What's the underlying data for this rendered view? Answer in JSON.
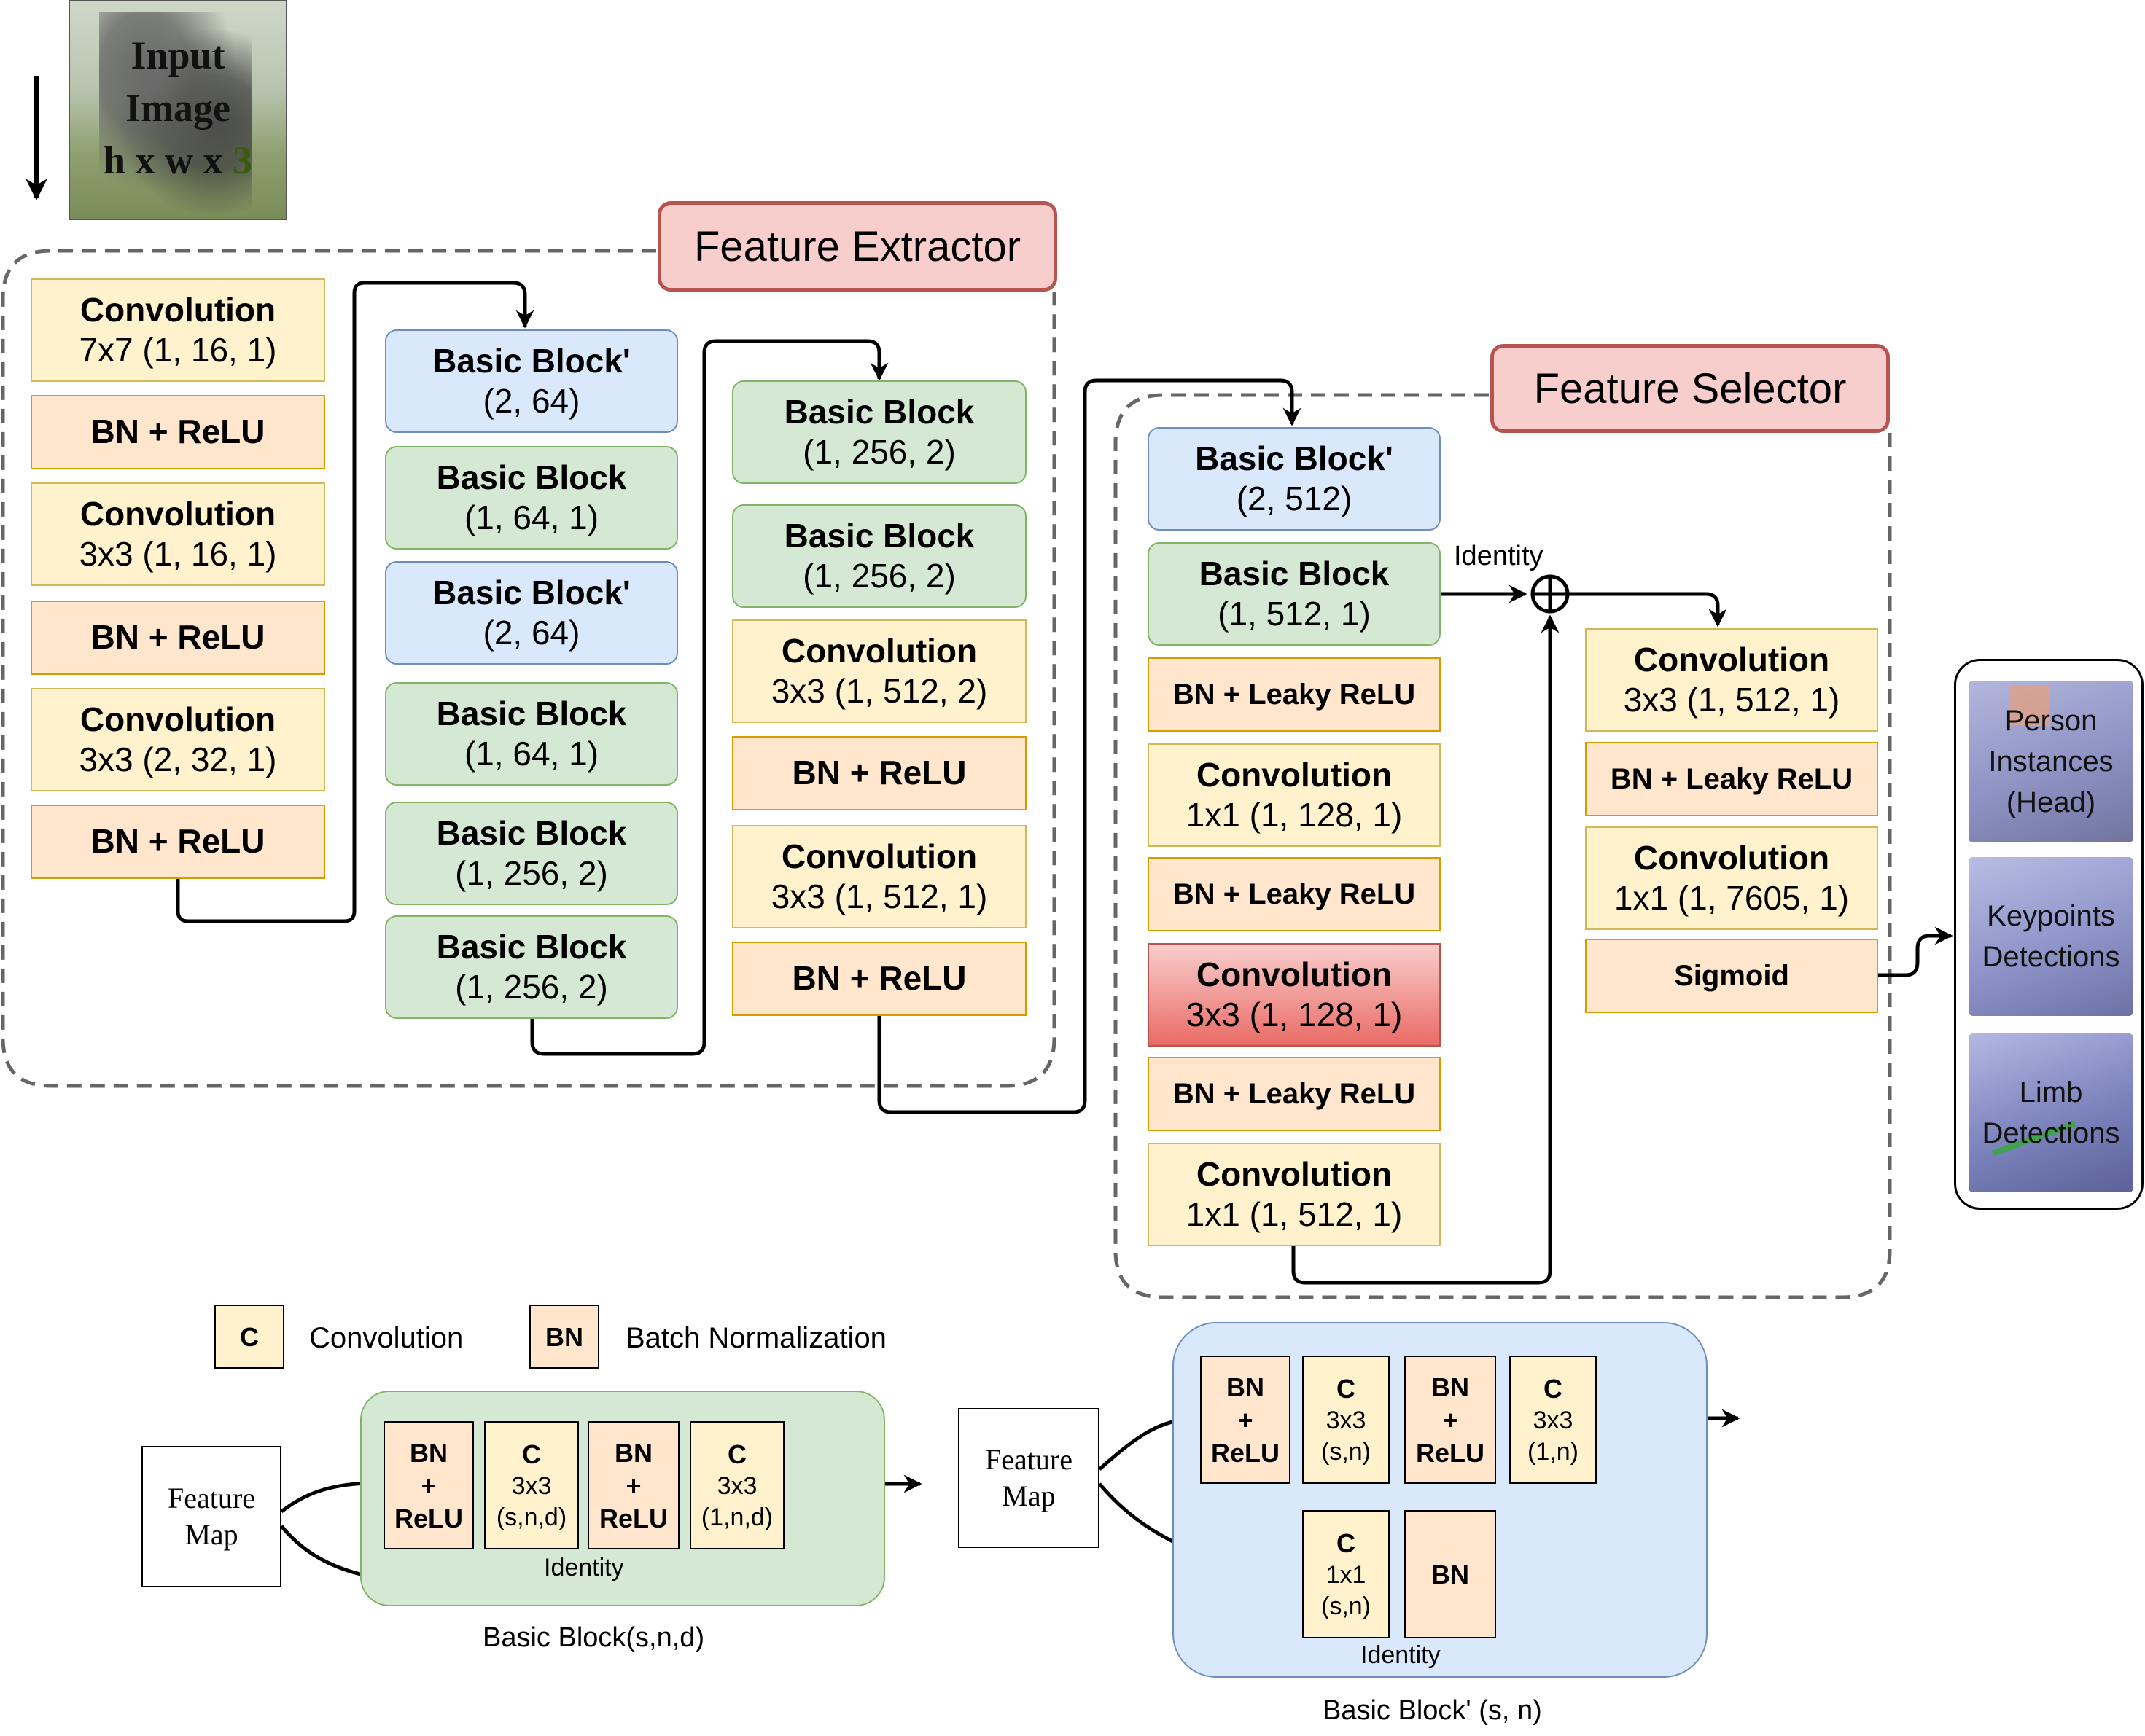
{
  "input": {
    "line1": "Input",
    "line2": "Image",
    "h": "h",
    "x1": "x",
    "w": "w",
    "x2": "x",
    "c": "3"
  },
  "feature_extractor": {
    "title": "Feature Extractor",
    "col1": [
      {
        "title": "Convolution",
        "sub": "7x7 (1, 16, 1)"
      },
      {
        "title": "BN + ReLU"
      },
      {
        "title": "Convolution",
        "sub": "3x3 (1, 16, 1)"
      },
      {
        "title": "BN + ReLU"
      },
      {
        "title": "Convolution",
        "sub": "3x3 (2, 32, 1)"
      },
      {
        "title": "BN + ReLU"
      }
    ],
    "col2": [
      {
        "title": "Basic Block'",
        "sub": "(2, 64)"
      },
      {
        "title": "Basic Block",
        "sub": "(1, 64, 1)"
      },
      {
        "title": "Basic Block'",
        "sub": "(2, 64)"
      },
      {
        "title": "Basic Block",
        "sub": "(1, 64, 1)"
      },
      {
        "title": "Basic Block",
        "sub": "(1, 256, 2)"
      },
      {
        "title": "Basic Block",
        "sub": "(1, 256, 2)"
      }
    ],
    "col3": [
      {
        "title": "Basic Block",
        "sub": "(1, 256, 2)"
      },
      {
        "title": "Basic Block",
        "sub": "(1, 256, 2)"
      },
      {
        "title": "Convolution",
        "sub": "3x3 (1, 512, 2)"
      },
      {
        "title": "BN + ReLU"
      },
      {
        "title": "Convolution",
        "sub": "3x3 (1, 512, 1)"
      },
      {
        "title": "BN + ReLU"
      }
    ]
  },
  "feature_selector": {
    "title": "Feature Selector",
    "identity_label": "Identity",
    "col4": [
      {
        "title": "Basic Block'",
        "sub": "(2, 512)"
      },
      {
        "title": "Basic Block",
        "sub": "(1, 512, 1)"
      },
      {
        "title": "BN + Leaky ReLU"
      },
      {
        "title": "Convolution",
        "sub": "1x1 (1, 128, 1)"
      },
      {
        "title": "BN + Leaky ReLU"
      },
      {
        "title": "Convolution",
        "sub": "3x3 (1, 128, 1)"
      },
      {
        "title": "BN + Leaky ReLU"
      },
      {
        "title": "Convolution",
        "sub": "1x1 (1, 512, 1)"
      }
    ],
    "col5": [
      {
        "title": "Convolution",
        "sub": "3x3 (1, 512, 1)"
      },
      {
        "title": "BN + Leaky ReLU"
      },
      {
        "title": "Convolution",
        "sub": "1x1 (1, 7605, 1)"
      },
      {
        "title": "Sigmoid"
      }
    ]
  },
  "outputs": {
    "person": {
      "l1": "Person",
      "l2": "Instances",
      "l3": "(Head)"
    },
    "keypoints": {
      "l1": "Keypoints",
      "l2": "Detections"
    },
    "limb": {
      "l1": "Limb",
      "l2": "Detections"
    }
  },
  "legend": {
    "c_key": "C",
    "c_label": "Convolution",
    "bn_key": "BN",
    "bn_label": "Batch Normalization"
  },
  "basic_block": {
    "fm_line1": "Feature",
    "fm_line2": "Map",
    "bn1": {
      "a": "BN",
      "b": "+",
      "c": "ReLU"
    },
    "c1": {
      "a": "C",
      "b": "3x3",
      "c": "(s,n,d)"
    },
    "bn2": {
      "a": "BN",
      "b": "+",
      "c": "ReLU"
    },
    "c2": {
      "a": "C",
      "b": "3x3",
      "c": "(1,n,d)"
    },
    "identity": "Identity",
    "caption": "Basic Block(s,n,d)"
  },
  "basic_block_prime": {
    "fm_line1": "Feature",
    "fm_line2": "Map",
    "bn1": {
      "a": "BN",
      "b": "+",
      "c": "ReLU"
    },
    "c1": {
      "a": "C",
      "b": "3x3",
      "c": "(s,n)"
    },
    "bn2": {
      "a": "BN",
      "b": "+",
      "c": "ReLU"
    },
    "c2": {
      "a": "C",
      "b": "3x3",
      "c": "(1,n)"
    },
    "c3": {
      "a": "C",
      "b": "1x1",
      "c": "(s,n)"
    },
    "bn3": "BN",
    "identity": "Identity",
    "caption": "Basic Block' (s, n)"
  },
  "colors": {
    "conv": "#fff2cc",
    "bn": "#ffe6cc",
    "basic_block": "#d5e8d4",
    "basic_block_prime": "#dae8fc",
    "title": "#f8cecc",
    "highlight": "#ea6b66"
  }
}
